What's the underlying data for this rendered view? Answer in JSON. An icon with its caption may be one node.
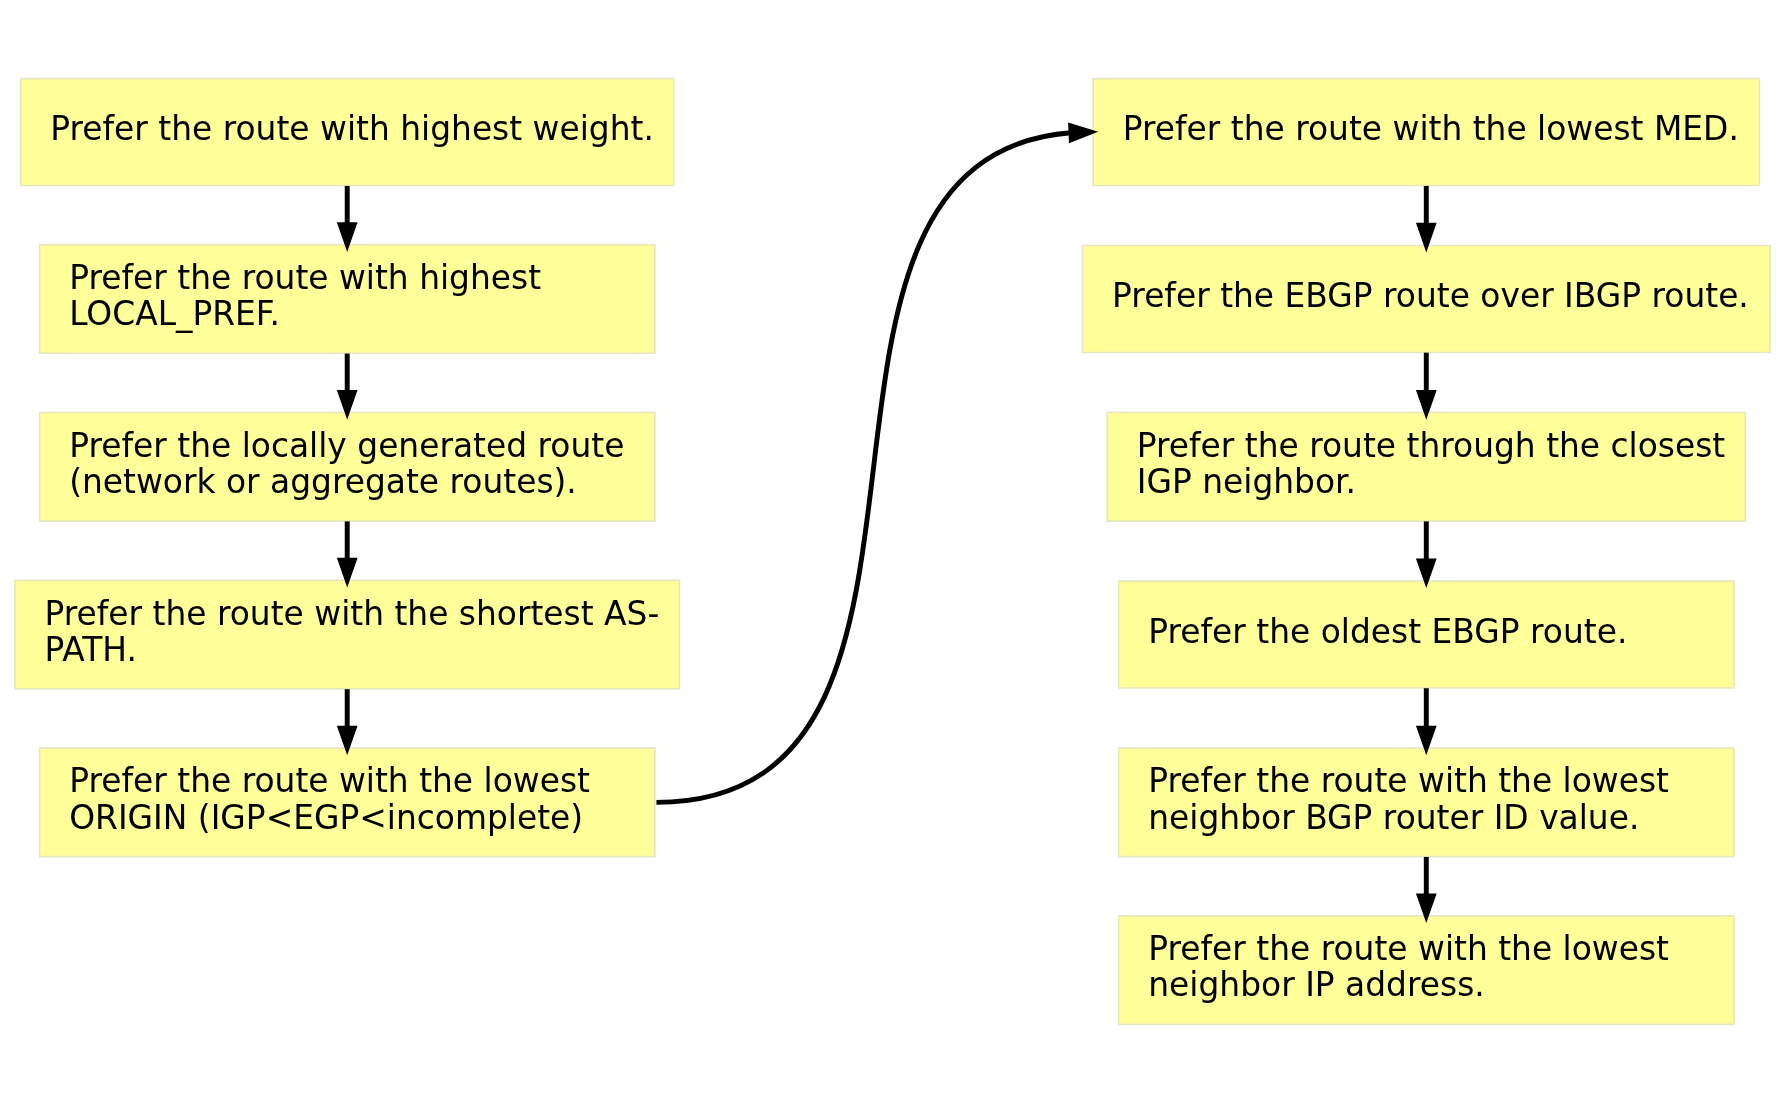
{
  "diagram": {
    "nodes": [
      {
        "text": [
          "Prefer the route with highest weight."
        ]
      },
      {
        "text": [
          "Prefer the route with highest LOCAL_PREF."
        ]
      },
      {
        "text": [
          "Prefer the locally generated route (network or aggregate routes)."
        ]
      },
      {
        "text": [
          "Prefer the route with the shortest AS-PATH."
        ]
      },
      {
        "text": [
          "Prefer the route with the lowest ORIGIN (IGP<EGP<incomplete)"
        ]
      },
      {
        "text": [
          "Prefer the route with the lowest MED."
        ]
      },
      {
        "text": [
          "Prefer the EBGP route over IBGP route."
        ]
      },
      {
        "text": [
          "Prefer the route through the closest IGP neighbor."
        ]
      },
      {
        "text": [
          "Prefer the oldest EBGP route."
        ]
      },
      {
        "text": [
          "Prefer the route with the lowest neighbor BGP router ID value."
        ]
      },
      {
        "text": [
          "Prefer the route with the lowest neighbor IP address."
        ]
      }
    ],
    "edges": [
      {
        "from": 0,
        "to": 1,
        "arrow": "to"
      },
      {
        "from": 1,
        "to": 2,
        "arrow": "to"
      },
      {
        "from": 2,
        "to": 3,
        "arrow": "to"
      },
      {
        "from": 3,
        "to": 4,
        "arrow": "to"
      },
      {
        "from": 4,
        "to": 5,
        "arrow": "to"
      },
      {
        "from": 5,
        "to": 6,
        "arrow": "to"
      },
      {
        "from": 6,
        "to": 7,
        "arrow": "to"
      },
      {
        "from": 7,
        "to": 8,
        "arrow": "to"
      },
      {
        "from": 8,
        "to": 9,
        "arrow": "to"
      },
      {
        "from": 9,
        "to": 10,
        "arrow": "to"
      }
    ]
  }
}
